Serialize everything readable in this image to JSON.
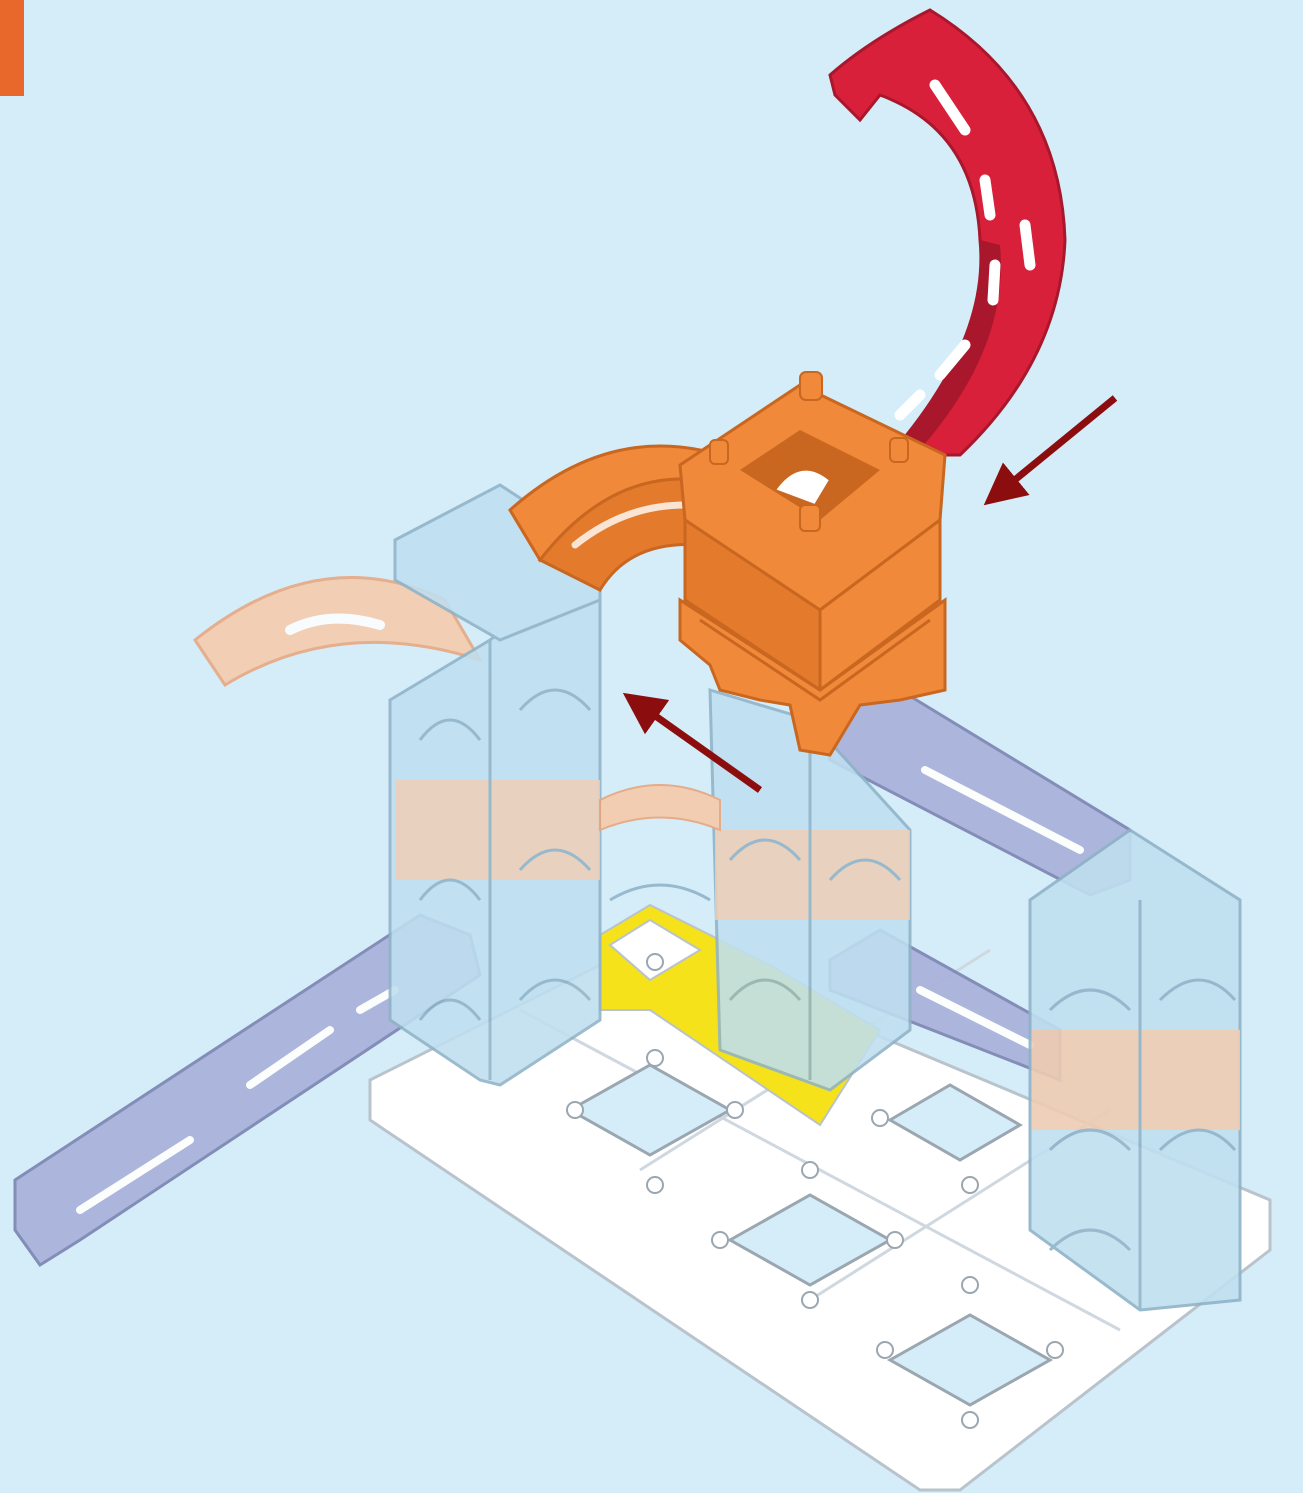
{
  "illustration": {
    "step_marker_label": "",
    "colors": {
      "background": "#d5ecf9",
      "step_marker": "#e8672a",
      "red_curve": "#d9203a",
      "red_curve_dark": "#a8172b",
      "orange_piece": "#f08a3a",
      "orange_piece_dark": "#c96620",
      "ghost_blue": "#bfdff0",
      "ghost_orange": "#f6c9a8",
      "ghost_purple": "#aab3da",
      "base_white": "#ffffff",
      "base_edge": "#b9c3cc",
      "highlight_yellow": "#f5e21a",
      "arrow": "#8b0d0d"
    },
    "parts": [
      "step-marker",
      "red-curved-rail",
      "orange-junction-tower",
      "orange-curved-rail",
      "ghost-curved-rail",
      "ghost-pillar-stack-left",
      "ghost-pillar-stack-center",
      "ghost-pillar-stack-right",
      "purple-rail-left",
      "purple-rail-upper-right",
      "purple-rail-lower-right",
      "base-grid-plate",
      "yellow-target-tile",
      "insert-arrow-tower",
      "insert-arrow-pillar"
    ]
  }
}
